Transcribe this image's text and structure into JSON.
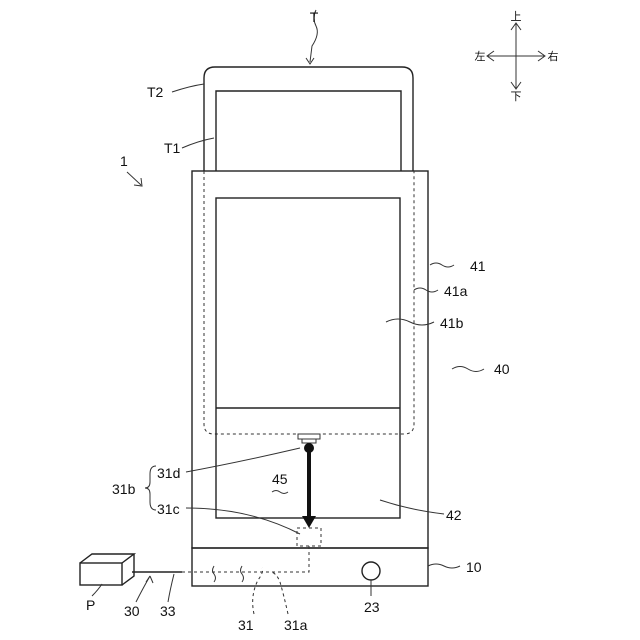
{
  "labels": {
    "T": "T",
    "T2": "T2",
    "T1": "T1",
    "one": "1",
    "n41": "41",
    "n41a": "41a",
    "n41b": "41b",
    "n40": "40",
    "n31d": "31d",
    "n31b": "31b",
    "n45": "45",
    "n31c": "31c",
    "n42": "42",
    "n10": "10",
    "P": "P",
    "n30": "30",
    "n33": "33",
    "n23": "23",
    "n31": "31",
    "n31a": "31a"
  },
  "compass": {
    "up": "上",
    "down": "下",
    "left": "左",
    "right": "右"
  }
}
